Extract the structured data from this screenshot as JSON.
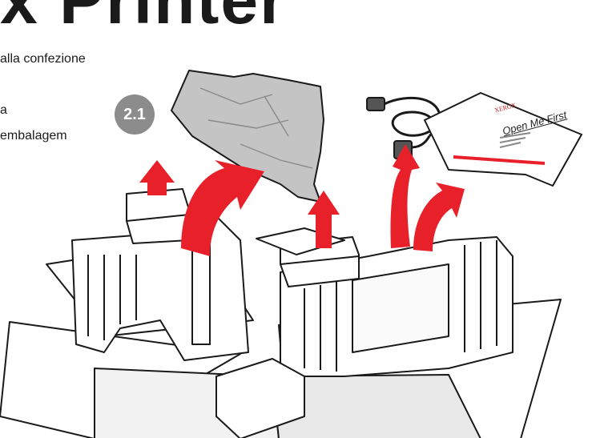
{
  "document": {
    "title": "x Printer",
    "intro_lines": [
      "alla confezione",
      "a",
      "embalagem"
    ],
    "step_label": "2.1"
  },
  "items": {
    "card_brand": "XEROX",
    "card_title": "Open Me First"
  },
  "colors": {
    "arrow": "#e8202a",
    "badge": "#8c8c8c",
    "foam": "#ffffff",
    "outline": "#1a1a1a",
    "bag": "#c4c4c4"
  }
}
